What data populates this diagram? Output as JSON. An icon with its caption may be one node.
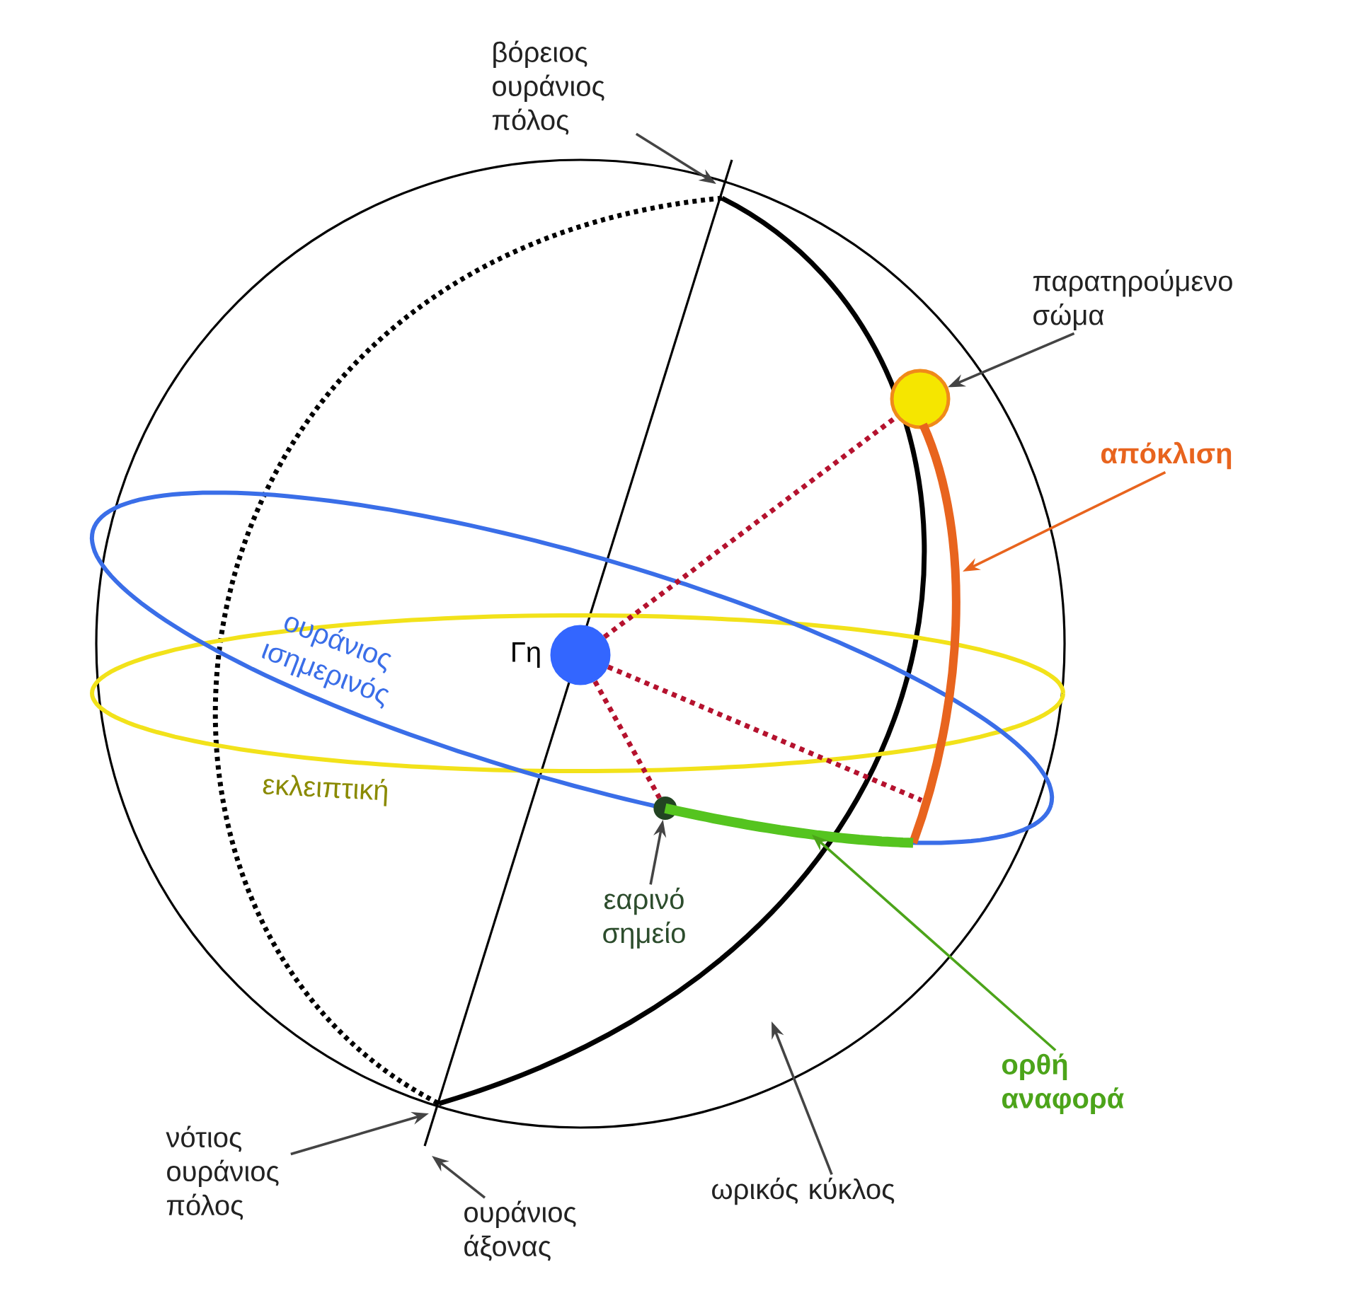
{
  "diagram": {
    "nodes": [
      {
        "text": [
          "βόρειος ουράνιος πόλος"
        ]
      },
      {
        "text": [
          "παρατηρούμενο σώμα"
        ]
      },
      {
        "text": [],
        "shape": "circle"
      },
      {
        "text": [
          "απόκλιση"
        ]
      },
      {
        "text": [],
        "shape": "circle",
        "beside": [
          "Γη"
        ]
      },
      {
        "text": [],
        "shape": "circle"
      },
      {
        "text": [
          "εαρινό σημείο"
        ]
      },
      {
        "text": [
          "ορθή αναφορά"
        ]
      },
      {
        "text": [
          "νότιος ουράνιος πόλος"
        ]
      },
      {
        "text": [
          "ουράνιος άξονας"
        ]
      },
      {
        "text": [
          "ωρικός κύκλος"
        ]
      },
      {
        "text": [],
        "shape": "arc"
      },
      {
        "text": [],
        "shape": "arc"
      }
    ],
    "edges": [
      {
        "from": 0,
        "to": null,
        "arrow": "to"
      },
      {
        "from": 1,
        "to": 2,
        "arrow": "to"
      },
      {
        "from": 3,
        "to": 11,
        "arrow": "to",
        "color": "#e8641e"
      },
      {
        "from": 4,
        "to": 2,
        "arrow": "none",
        "style": "dashed",
        "color": "#b5122e"
      },
      {
        "from": 4,
        "to": 11,
        "arrow": "none",
        "style": "dashed",
        "color": "#b5122e"
      },
      {
        "from": 4,
        "to": 5,
        "arrow": "none",
        "style": "dashed",
        "color": "#b5122e"
      },
      {
        "from": 6,
        "to": 5,
        "arrow": "to"
      },
      {
        "from": 7,
        "to": 12,
        "arrow": "to",
        "color": "#4ca41a"
      },
      {
        "from": 8,
        "to": null,
        "arrow": "to"
      },
      {
        "from": 9,
        "to": null,
        "arrow": "to"
      },
      {
        "from": 10,
        "to": null,
        "arrow": "to"
      }
    ],
    "labels": [
      "ουράνιος ισημερινός",
      "εκλειπτική"
    ]
  }
}
